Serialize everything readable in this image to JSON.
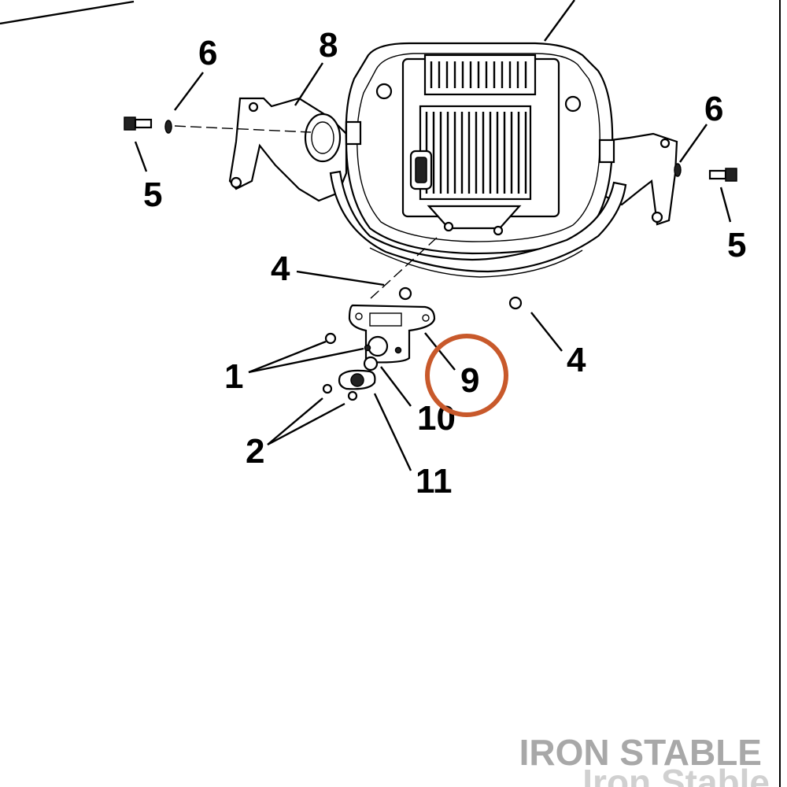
{
  "callouts": {
    "c1": "1",
    "c2": "2",
    "c4_left": "4",
    "c4_right": "4",
    "c5_left": "5",
    "c5_right": "5",
    "c6_left": "6",
    "c6_right": "6",
    "c8": "8",
    "c9": "9",
    "c10": "10",
    "c11": "11"
  },
  "highlight": {
    "target": "9",
    "color": "#c8592b"
  },
  "watermark": {
    "line1": "IRON STABLE",
    "line2": "Iron Stable"
  }
}
